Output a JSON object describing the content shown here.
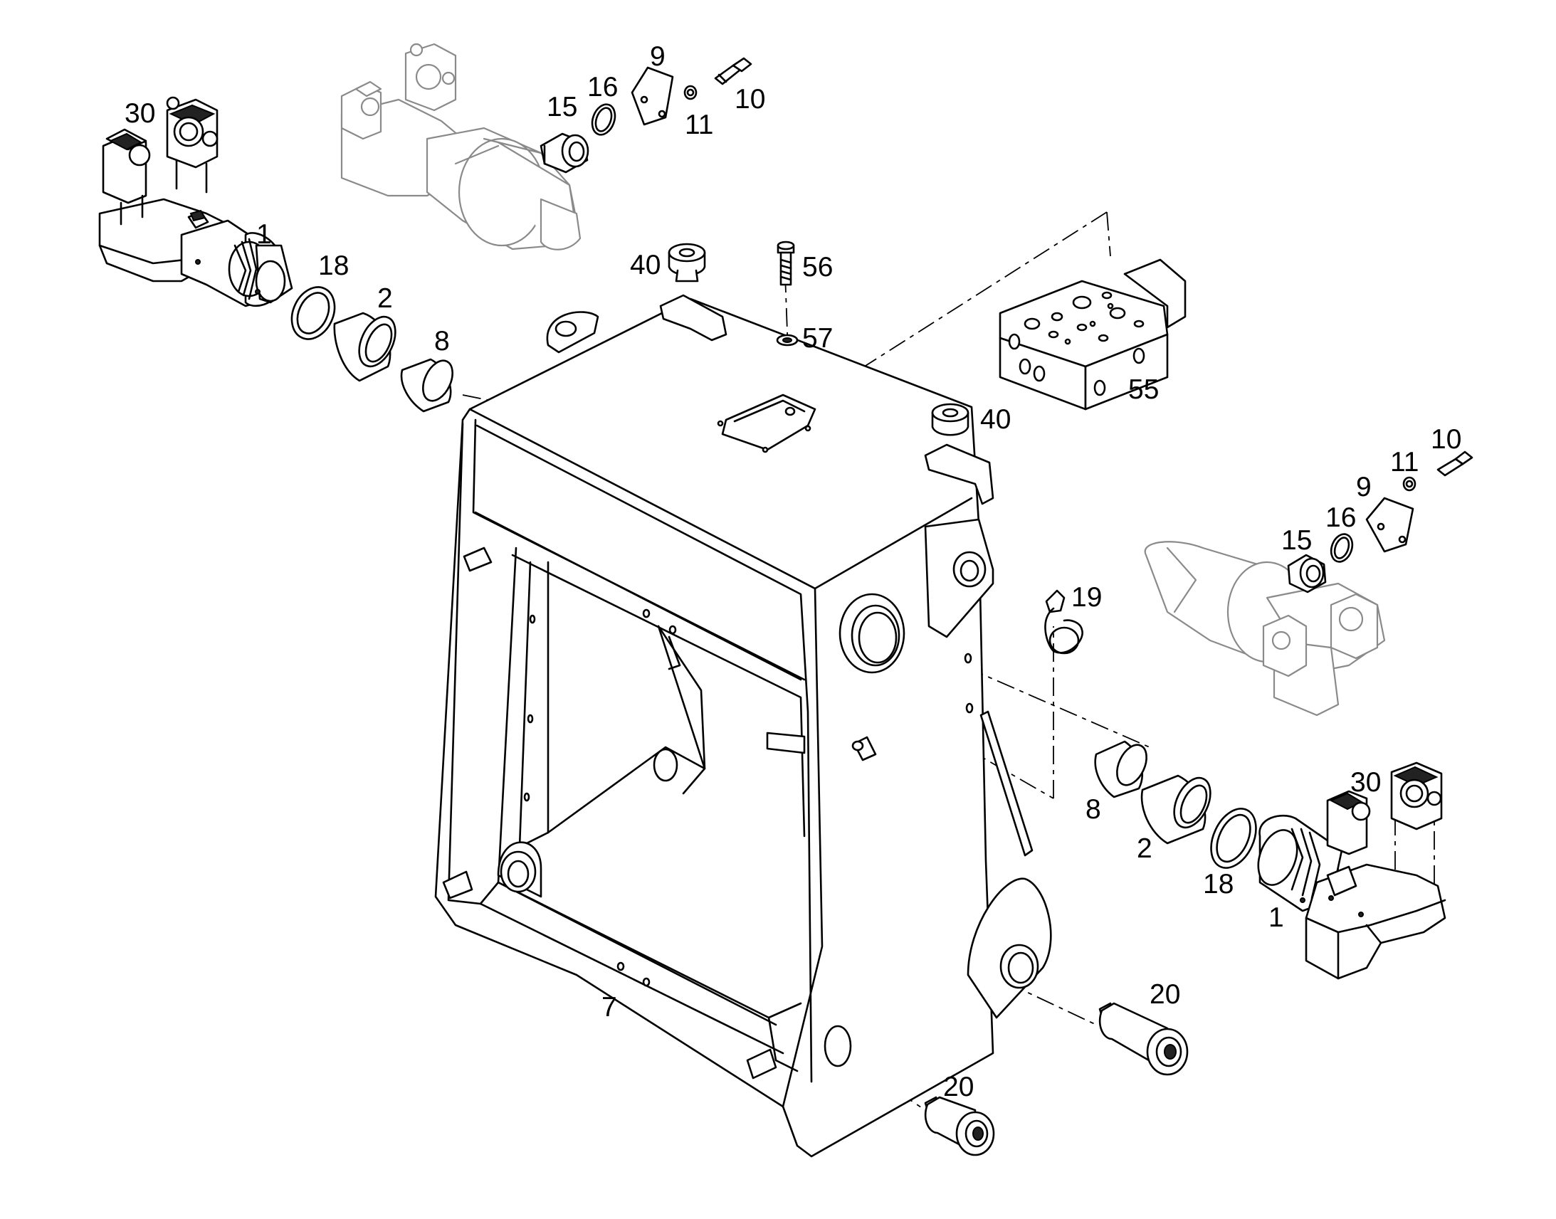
{
  "callouts": [
    {
      "id": "c1a",
      "text": "1"
    },
    {
      "id": "c18a",
      "text": "18"
    },
    {
      "id": "c2a",
      "text": "2"
    },
    {
      "id": "c8a",
      "text": "8"
    },
    {
      "id": "c30a",
      "text": "30"
    },
    {
      "id": "c15a",
      "text": "15"
    },
    {
      "id": "c16a",
      "text": "16"
    },
    {
      "id": "c9a",
      "text": "9"
    },
    {
      "id": "c11a",
      "text": "11"
    },
    {
      "id": "c10a",
      "text": "10"
    },
    {
      "id": "c40a",
      "text": "40"
    },
    {
      "id": "c56",
      "text": "56"
    },
    {
      "id": "c57",
      "text": "57"
    },
    {
      "id": "c55",
      "text": "55"
    },
    {
      "id": "c40b",
      "text": "40"
    },
    {
      "id": "c10b",
      "text": "10"
    },
    {
      "id": "c11b",
      "text": "11"
    },
    {
      "id": "c9b",
      "text": "9"
    },
    {
      "id": "c16b",
      "text": "16"
    },
    {
      "id": "c15b",
      "text": "15"
    },
    {
      "id": "c19",
      "text": "19"
    },
    {
      "id": "c30b",
      "text": "30"
    },
    {
      "id": "c8b",
      "text": "8"
    },
    {
      "id": "c2b",
      "text": "2"
    },
    {
      "id": "c18b",
      "text": "18"
    },
    {
      "id": "c1b",
      "text": "1"
    },
    {
      "id": "c20a",
      "text": "20"
    },
    {
      "id": "c7",
      "text": "7"
    },
    {
      "id": "c20b",
      "text": "20"
    }
  ]
}
